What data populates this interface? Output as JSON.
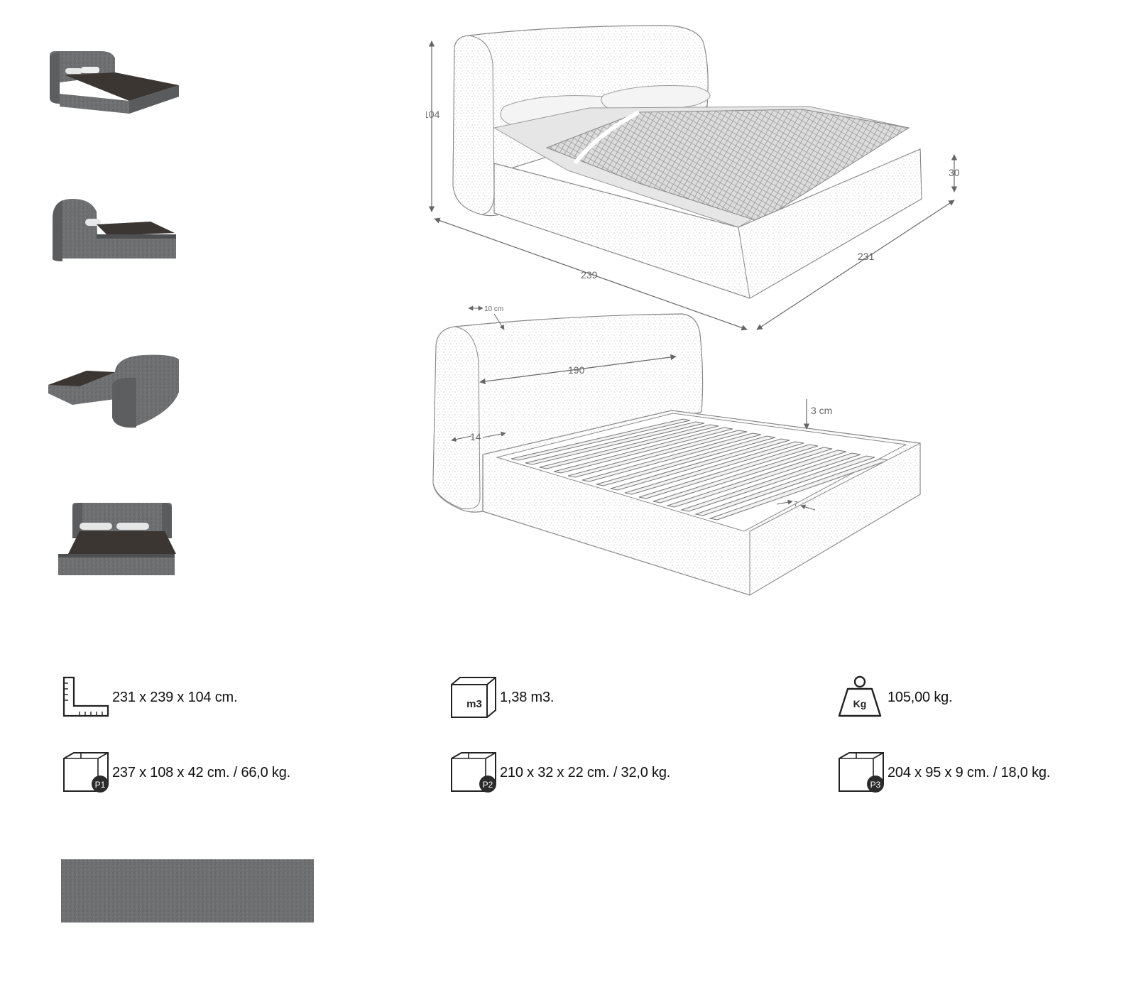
{
  "thumbnails": [
    {
      "view": "perspective-front"
    },
    {
      "view": "side"
    },
    {
      "view": "perspective-back"
    },
    {
      "view": "front"
    }
  ],
  "drawing_top": {
    "height_label": "104",
    "base_height_label": "30",
    "length_label": "239",
    "width_label": "231"
  },
  "drawing_bottom": {
    "headboard_offset_label": "10 cm",
    "headboard_width_label": "190",
    "headboard_depth_label": "14",
    "slat_drop_label": "3 cm",
    "frame_label": "7"
  },
  "specs": {
    "dimensions": "231 x 239 x 104 cm.",
    "volume_icon_label": "m3",
    "volume": "1,38 m3.",
    "weight_icon_label": "Kg",
    "weight": "105,00 kg.",
    "packages": [
      {
        "badge": "P1",
        "text": "237 x 108 x 42 cm. / 66,0 kg."
      },
      {
        "badge": "P2",
        "text": "210 x 32 x 22 cm. / 32,0 kg."
      },
      {
        "badge": "P3",
        "text": "204 x 95 x 9 cm. / 18,0 kg."
      }
    ]
  },
  "colors": {
    "fabric": "#6d6f70",
    "fabric_dark": "#4d4f50",
    "bedding": "#3b3632",
    "pillow": "#e6e6e6",
    "line": "#777777",
    "badge": "#2b2b2b"
  }
}
